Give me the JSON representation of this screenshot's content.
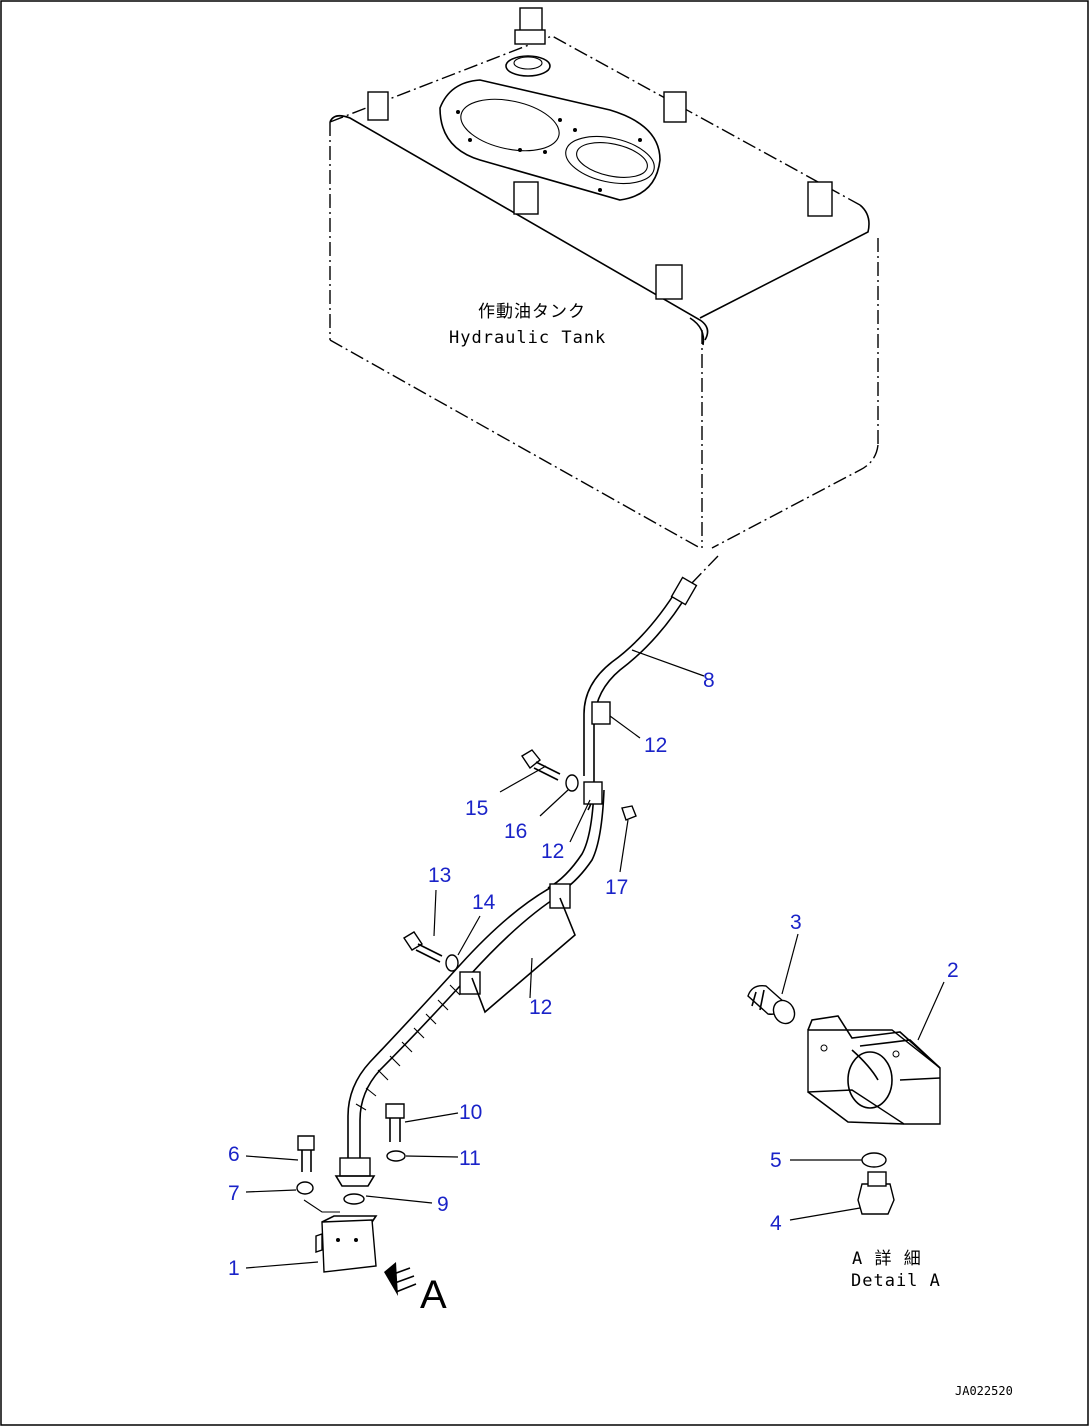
{
  "tank": {
    "label_jp": "作動油タンク",
    "label_en": "Hydraulic Tank"
  },
  "detail": {
    "marker": "A",
    "label_jp": "A 詳 細",
    "label_en": "Detail A"
  },
  "drawing_code": "JA022520",
  "callouts": {
    "c1": "1",
    "c2": "2",
    "c3": "3",
    "c4": "4",
    "c5": "5",
    "c6": "6",
    "c7": "7",
    "c8": "8",
    "c9": "9",
    "c10": "10",
    "c11": "11",
    "c12a": "12",
    "c12b": "12",
    "c12c": "12",
    "c13": "13",
    "c14": "14",
    "c15": "15",
    "c16": "16",
    "c17": "17"
  },
  "colors": {
    "callout": "#1a23c8",
    "line": "#000000"
  }
}
